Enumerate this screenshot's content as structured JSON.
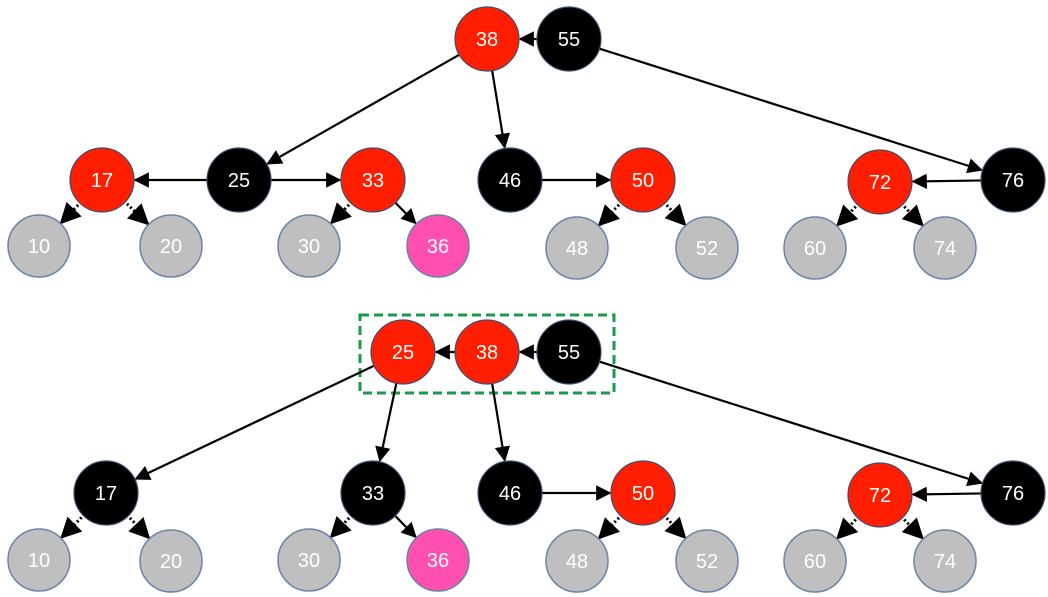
{
  "colors": {
    "black_node": "#000000",
    "red_node": "#ff1f00",
    "inserted_node": "#ff4fb0",
    "leaf_node": "#bfbfbf",
    "leaf_stroke": "#6b83a8",
    "edge": "#000000",
    "highlight_box": "#1a9a4a",
    "label": "#ffffff"
  },
  "diagrams": [
    {
      "name": "before-split",
      "highlight_box": false,
      "nodes": [
        {
          "id": "t38",
          "label": "38",
          "kind": "red"
        },
        {
          "id": "t55",
          "label": "55",
          "kind": "black"
        },
        {
          "id": "t17",
          "label": "17",
          "kind": "red"
        },
        {
          "id": "t25",
          "label": "25",
          "kind": "black"
        },
        {
          "id": "t33",
          "label": "33",
          "kind": "red"
        },
        {
          "id": "t46",
          "label": "46",
          "kind": "black"
        },
        {
          "id": "t50",
          "label": "50",
          "kind": "red"
        },
        {
          "id": "t72",
          "label": "72",
          "kind": "red"
        },
        {
          "id": "t76",
          "label": "76",
          "kind": "black"
        },
        {
          "id": "t10",
          "label": "10",
          "kind": "leaf"
        },
        {
          "id": "t20",
          "label": "20",
          "kind": "leaf"
        },
        {
          "id": "t30",
          "label": "30",
          "kind": "leaf"
        },
        {
          "id": "t36",
          "label": "36",
          "kind": "inserted"
        },
        {
          "id": "t48",
          "label": "48",
          "kind": "leaf"
        },
        {
          "id": "t52",
          "label": "52",
          "kind": "leaf"
        },
        {
          "id": "t60",
          "label": "60",
          "kind": "leaf"
        },
        {
          "id": "t74",
          "label": "74",
          "kind": "leaf"
        }
      ],
      "edges": [
        {
          "from": "t55",
          "to": "t38",
          "style": "solid"
        },
        {
          "from": "t38",
          "to": "t25",
          "style": "solid"
        },
        {
          "from": "t38",
          "to": "t46",
          "style": "solid"
        },
        {
          "from": "t55",
          "to": "t76",
          "style": "solid"
        },
        {
          "from": "t25",
          "to": "t17",
          "style": "solid"
        },
        {
          "from": "t25",
          "to": "t33",
          "style": "solid"
        },
        {
          "from": "t46",
          "to": "t50",
          "style": "solid"
        },
        {
          "from": "t76",
          "to": "t72",
          "style": "solid"
        },
        {
          "from": "t17",
          "to": "t10",
          "style": "dotted"
        },
        {
          "from": "t17",
          "to": "t20",
          "style": "dotted"
        },
        {
          "from": "t33",
          "to": "t30",
          "style": "dotted"
        },
        {
          "from": "t33",
          "to": "t36",
          "style": "solid"
        },
        {
          "from": "t50",
          "to": "t48",
          "style": "dotted"
        },
        {
          "from": "t50",
          "to": "t52",
          "style": "dotted"
        },
        {
          "from": "t72",
          "to": "t60",
          "style": "dotted"
        },
        {
          "from": "t72",
          "to": "t74",
          "style": "dotted"
        }
      ]
    },
    {
      "name": "after-split",
      "highlight_box": true,
      "nodes": [
        {
          "id": "b25",
          "label": "25",
          "kind": "red"
        },
        {
          "id": "b38",
          "label": "38",
          "kind": "red"
        },
        {
          "id": "b55",
          "label": "55",
          "kind": "black"
        },
        {
          "id": "b17",
          "label": "17",
          "kind": "black"
        },
        {
          "id": "b33",
          "label": "33",
          "kind": "black"
        },
        {
          "id": "b46",
          "label": "46",
          "kind": "black"
        },
        {
          "id": "b50",
          "label": "50",
          "kind": "red"
        },
        {
          "id": "b72",
          "label": "72",
          "kind": "red"
        },
        {
          "id": "b76",
          "label": "76",
          "kind": "black"
        },
        {
          "id": "b10",
          "label": "10",
          "kind": "leaf"
        },
        {
          "id": "b20",
          "label": "20",
          "kind": "leaf"
        },
        {
          "id": "b30",
          "label": "30",
          "kind": "leaf"
        },
        {
          "id": "b36",
          "label": "36",
          "kind": "inserted"
        },
        {
          "id": "b48",
          "label": "48",
          "kind": "leaf"
        },
        {
          "id": "b52",
          "label": "52",
          "kind": "leaf"
        },
        {
          "id": "b60",
          "label": "60",
          "kind": "leaf"
        },
        {
          "id": "b74",
          "label": "74",
          "kind": "leaf"
        }
      ],
      "edges": [
        {
          "from": "b38",
          "to": "b25",
          "style": "solid"
        },
        {
          "from": "b55",
          "to": "b38",
          "style": "solid"
        },
        {
          "from": "b25",
          "to": "b17",
          "style": "solid"
        },
        {
          "from": "b25",
          "to": "b33",
          "style": "solid"
        },
        {
          "from": "b38",
          "to": "b46",
          "style": "solid"
        },
        {
          "from": "b55",
          "to": "b76",
          "style": "solid"
        },
        {
          "from": "b46",
          "to": "b50",
          "style": "solid"
        },
        {
          "from": "b76",
          "to": "b72",
          "style": "solid"
        },
        {
          "from": "b17",
          "to": "b10",
          "style": "dotted"
        },
        {
          "from": "b17",
          "to": "b20",
          "style": "dotted"
        },
        {
          "from": "b33",
          "to": "b30",
          "style": "dotted"
        },
        {
          "from": "b33",
          "to": "b36",
          "style": "solid"
        },
        {
          "from": "b50",
          "to": "b48",
          "style": "dotted"
        },
        {
          "from": "b50",
          "to": "b52",
          "style": "dotted"
        },
        {
          "from": "b72",
          "to": "b60",
          "style": "dotted"
        },
        {
          "from": "b72",
          "to": "b74",
          "style": "dotted"
        }
      ]
    }
  ]
}
